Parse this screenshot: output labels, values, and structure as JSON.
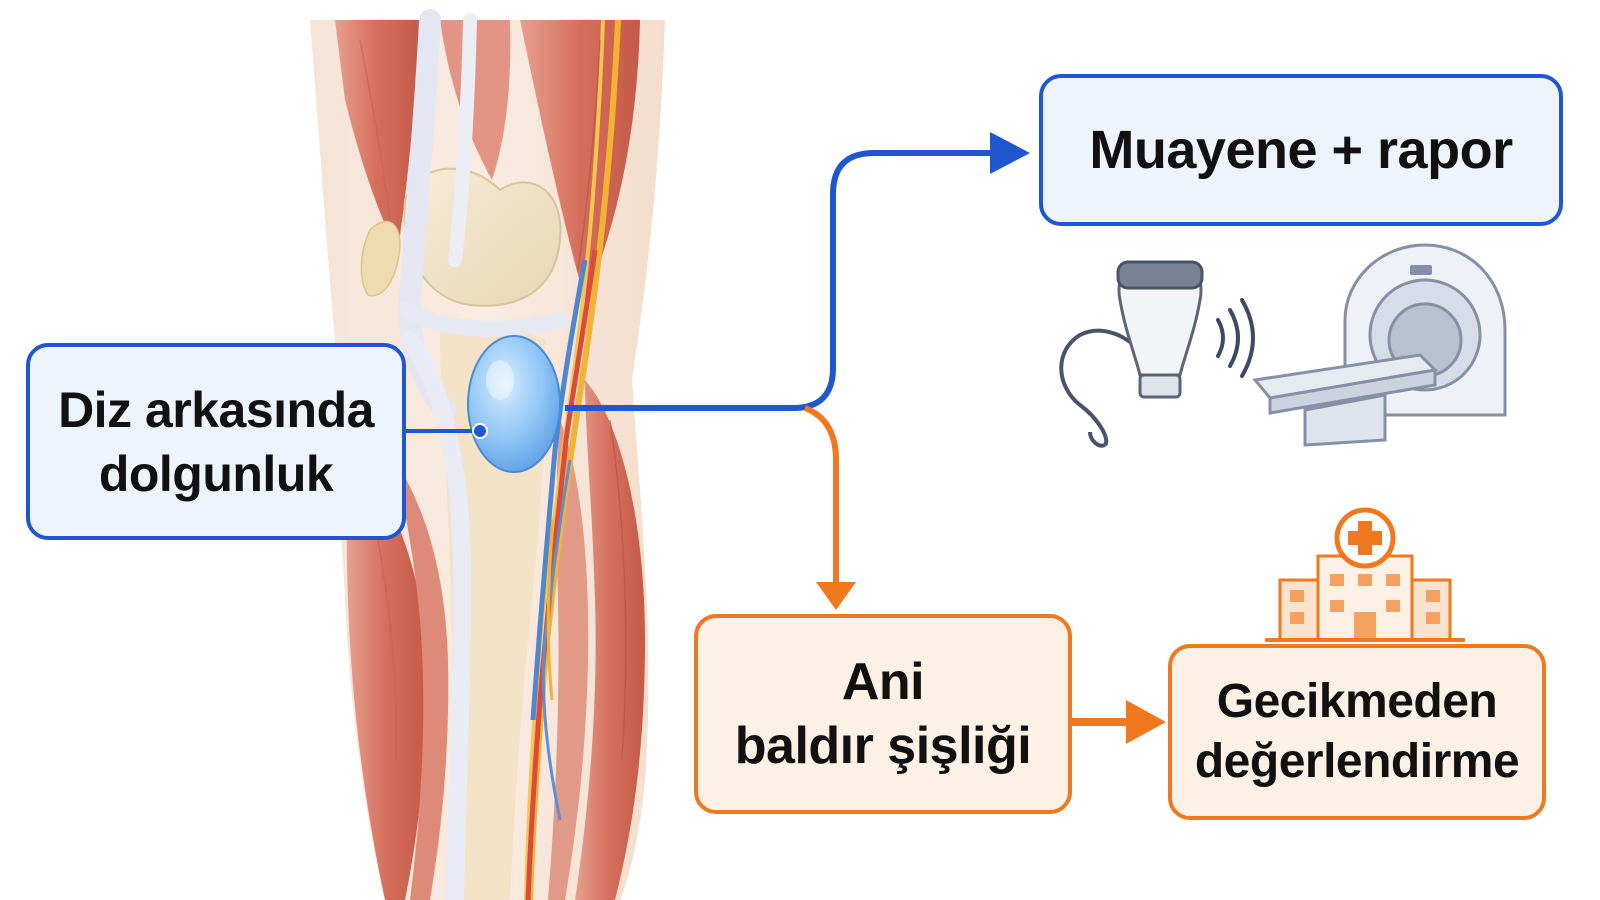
{
  "boxes": {
    "knee_fullness": {
      "line1": "Diz arkasında",
      "line2": "dolgunluk"
    },
    "exam_report": {
      "label": "Muayene + rapor"
    },
    "sudden_calf_swelling": {
      "line1": "Ani",
      "line2": "baldır şişliği"
    },
    "prompt_evaluation": {
      "line1": "Gecikmeden",
      "line2": "değerlendirme"
    }
  },
  "icons": [
    "knee-anatomy-illustration",
    "baker-cyst",
    "ultrasound-probe-icon",
    "mri-scanner-icon",
    "hospital-icon"
  ],
  "colors": {
    "blue": "#1f57d0",
    "orange": "#f0781e",
    "cyst": "#8ec4f5",
    "muscle": "#d9826e"
  }
}
